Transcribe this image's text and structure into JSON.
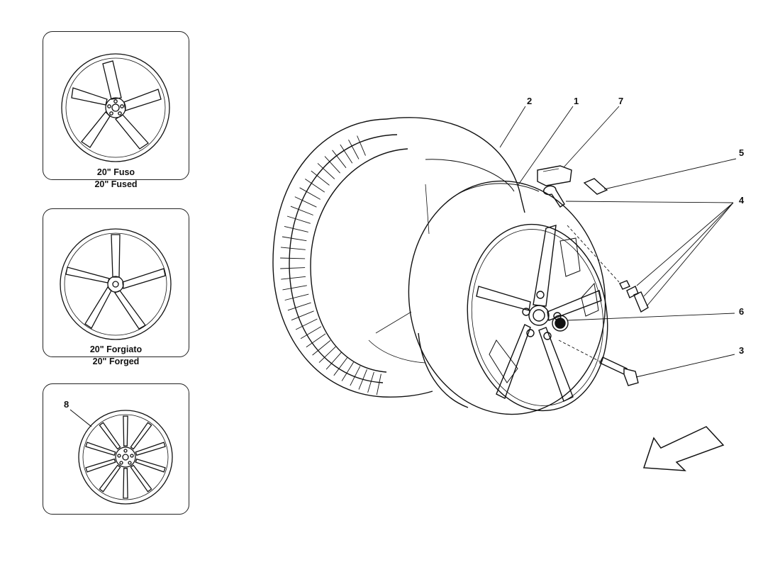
{
  "variants": [
    {
      "line1": "20\" Fuso",
      "line2": "20\" Fused"
    },
    {
      "line1": "20\" Forgiato",
      "line2": "20\" Forged"
    },
    {
      "callout": "8"
    }
  ],
  "callouts": {
    "tire": "2",
    "rim": "1",
    "sensor": "7",
    "clip": "5",
    "valve": "4",
    "emblem": "6",
    "bolt": "3"
  },
  "colors": {
    "ink": "#111111",
    "paper": "#ffffff"
  }
}
